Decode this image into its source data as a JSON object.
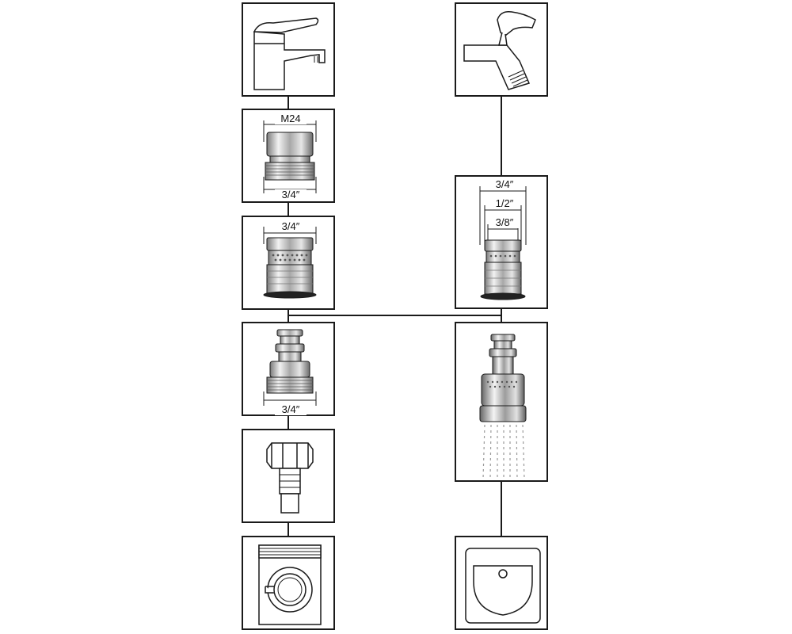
{
  "labels": {
    "m24": "M24",
    "thread_adapter_bottom": "3/4″",
    "female_adapter_top": "3/4″",
    "male_nipple_bottom": "3/4″",
    "multi_outer": "3/4″",
    "multi_middle": "1/2″",
    "multi_inner": "3/8″"
  },
  "colors": {
    "outline": "#1a1a1a",
    "chrome_light": "#e8e8e8",
    "chrome_mid": "#b8b8b8",
    "chrome_dark": "#6e6e6e"
  },
  "left_column": [
    {
      "icon": "kitchen-faucet-icon"
    },
    {
      "icon": "m24-to-3-4-adapter-icon"
    },
    {
      "icon": "female-quick-connector-icon"
    },
    {
      "icon": "male-quick-nipple-icon"
    },
    {
      "icon": "hose-nut-fitting-icon"
    },
    {
      "icon": "washing-machine-icon"
    }
  ],
  "right_column": [
    {
      "icon": "wall-tap-icon"
    },
    {
      "icon": "multi-thread-connector-icon"
    },
    {
      "icon": "aerator-spray-icon"
    },
    {
      "icon": "sink-basin-icon"
    }
  ]
}
